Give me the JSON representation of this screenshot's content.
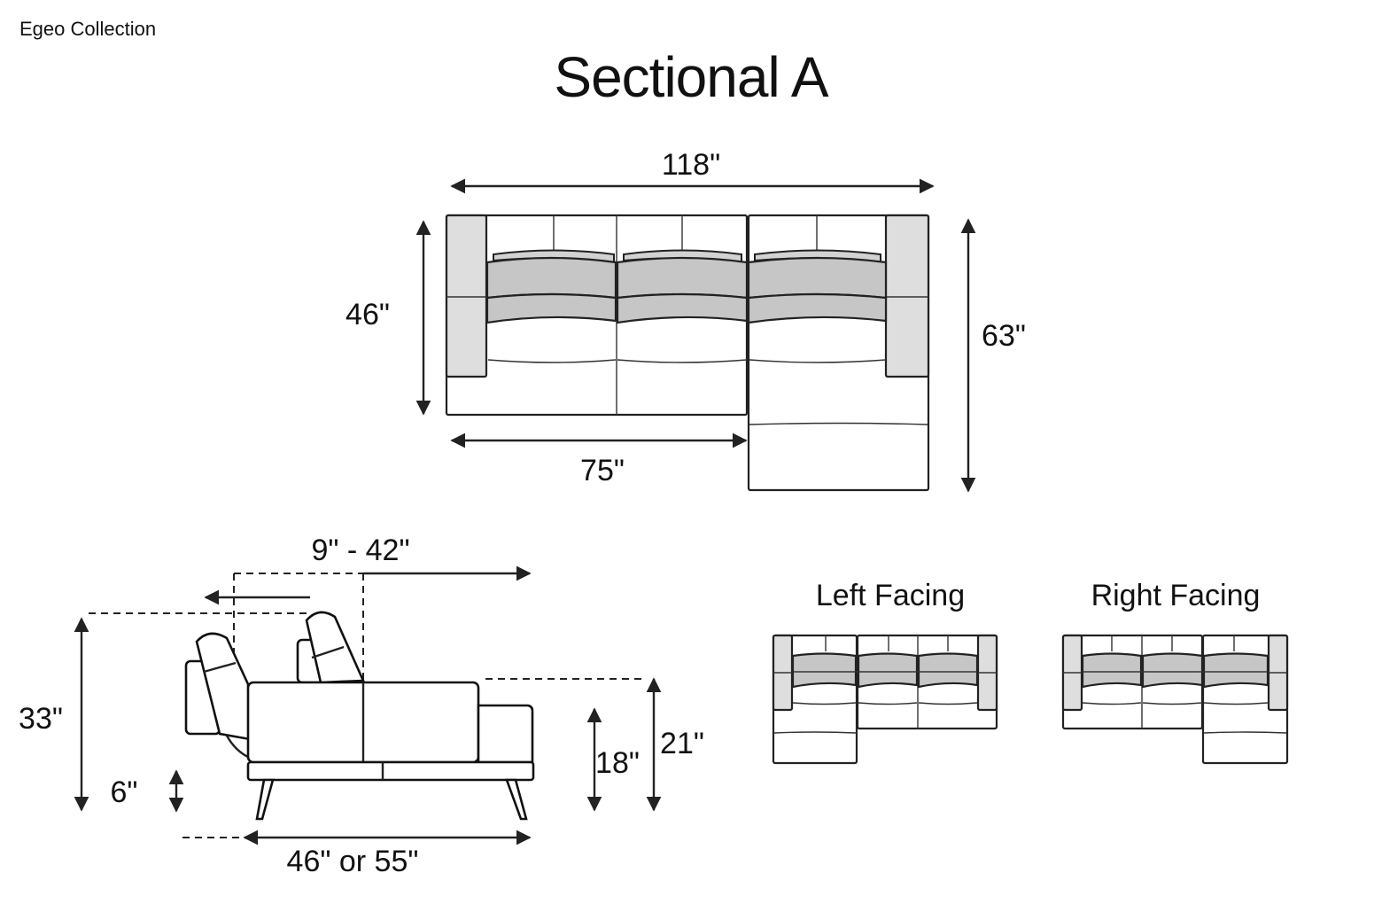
{
  "header": {
    "brand": "Egeo Collection",
    "title": "Sectional A"
  },
  "top_view": {
    "width_overall": "118\"",
    "depth_sofa": "46\"",
    "depth_chaise": "63\"",
    "width_sofa": "75\""
  },
  "side_view": {
    "headrest_travel": "9\" - 42\"",
    "height_overall": "33\"",
    "leg_height": "6\"",
    "seat_height": "18\"",
    "arm_height": "21\"",
    "seat_depth": "46\" or 55\""
  },
  "configurations": [
    {
      "label": "Left Facing"
    },
    {
      "label": "Right Facing"
    }
  ]
}
